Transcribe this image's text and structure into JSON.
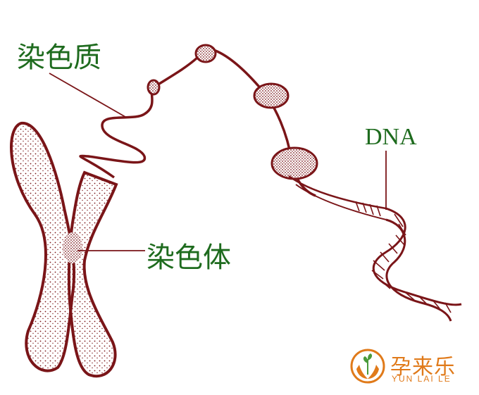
{
  "labels": {
    "chromatin": "染色质",
    "chromosome": "染色体",
    "dna": "DNA"
  },
  "brand": {
    "name": "孕来乐",
    "subtitle": "YUN LAI LE",
    "logo_icon": "hands-holding-sprout-icon"
  },
  "colors": {
    "structure": "#7a1518",
    "label_text": "#1e6b1e",
    "brand": "#e07a1a",
    "brand_green": "#4a9a3a"
  }
}
